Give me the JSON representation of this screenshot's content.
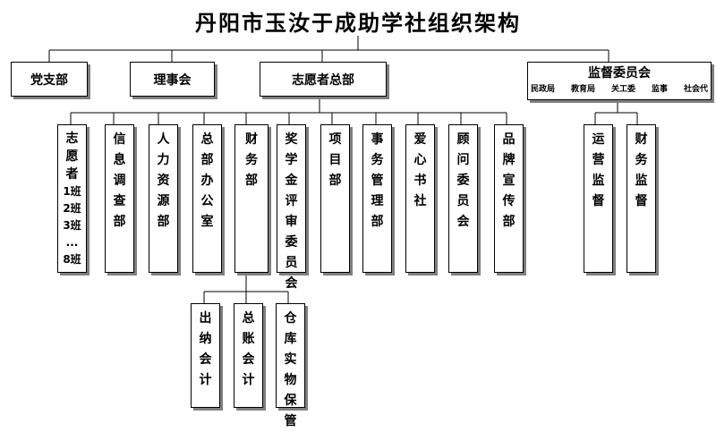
{
  "title": "丹阳市玉汝于成助学社组织架构",
  "top_level": {
    "party": "党支部",
    "council": "理事会",
    "hq": "志愿者总部",
    "supervisory": {
      "label": "监督委员会",
      "members": [
        "民政局",
        "教育局",
        "关工委",
        "监事",
        "社会代"
      ]
    }
  },
  "hq_departments": {
    "volunteers": {
      "chars": [
        "志",
        "愿",
        "者"
      ],
      "classes": [
        "1班",
        "2班",
        "3班",
        "...",
        "8班"
      ]
    },
    "info_survey": "信息调查部",
    "hr": "人力资源部",
    "office": "总部办公室",
    "finance": "财务部",
    "scholarship": "奖学金评审委员会",
    "projects": "项目部",
    "affairs": "事务管理部",
    "aixin": "爱心书社",
    "advisory": "顾问委员会",
    "brand": "品牌宣传部"
  },
  "finance_sub": {
    "cashier": "出纳会计",
    "ledger": "总账会计",
    "storage": "仓库实物保管"
  },
  "supervision_sub": {
    "ops": "运营监督",
    "fin": "财务监督"
  }
}
